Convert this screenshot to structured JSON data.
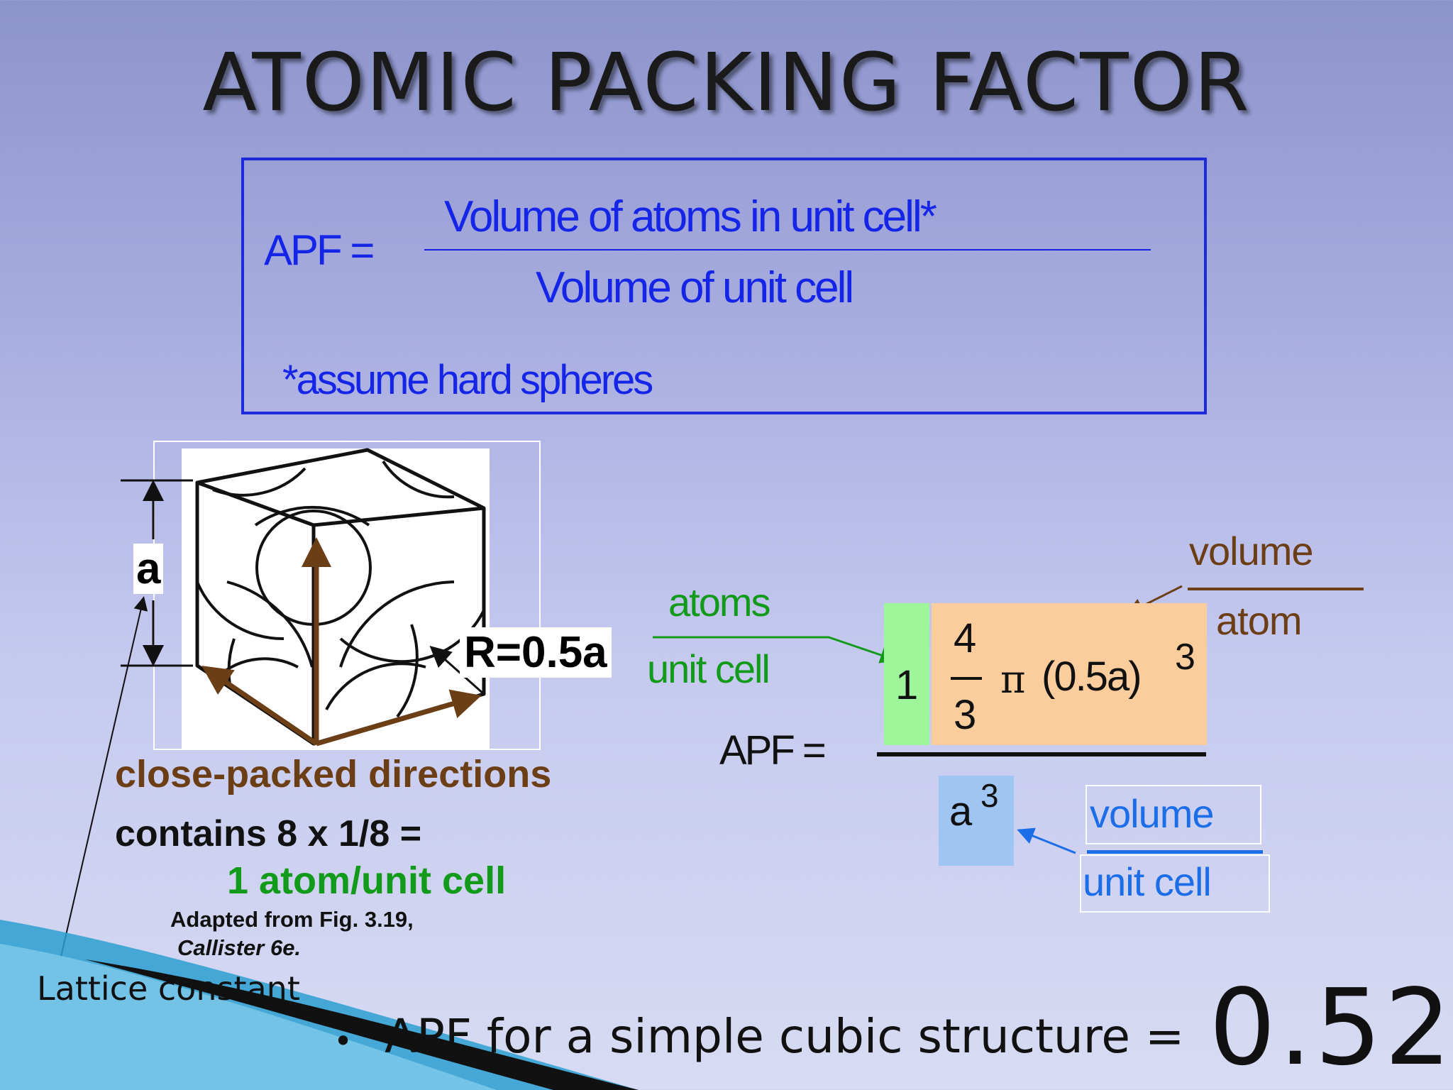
{
  "slide": {
    "title": "ATOMIC PACKING FACTOR",
    "definition": {
      "lhs": "APF =",
      "numerator": "Volume of atoms in unit cell*",
      "denominator": "Volume of unit cell",
      "footnote": "*assume hard spheres"
    },
    "figure": {
      "edge_label": "a",
      "radius_label": "R=0.5a",
      "directions_caption": "close-packed directions",
      "contains_line": "contains 8 x 1/8 =",
      "atoms_line": "1 atom/unit cell",
      "adapted_line": "Adapted from Fig. 3.19,",
      "source": "Callister 6e.",
      "lattice_label": "Lattice constant"
    },
    "calculation": {
      "lhs": "APF =",
      "atoms_label": "atoms",
      "unit_cell_label": "unit cell",
      "atoms_count": "1",
      "frac_num": "4",
      "frac_den": "3",
      "pi": "π",
      "radius_expr": "(0.5a)",
      "exponent": "3",
      "volume_label": "volume",
      "atom_label": "atom",
      "cell_volume": "a",
      "cell_exponent": "3",
      "volume_label_2": "volume",
      "unit_cell_label_2": "unit cell"
    },
    "bullet": {
      "marker": "•",
      "text": "APF for a simple cubic structure =",
      "value": "0.52"
    },
    "colors": {
      "formula_blue": "#1525e8",
      "brown": "#6b3e16",
      "green": "#129a1a",
      "orange_box": "#fbcd9c",
      "green_box": "#9ef59a",
      "blue_box": "#9fc5f3"
    }
  }
}
